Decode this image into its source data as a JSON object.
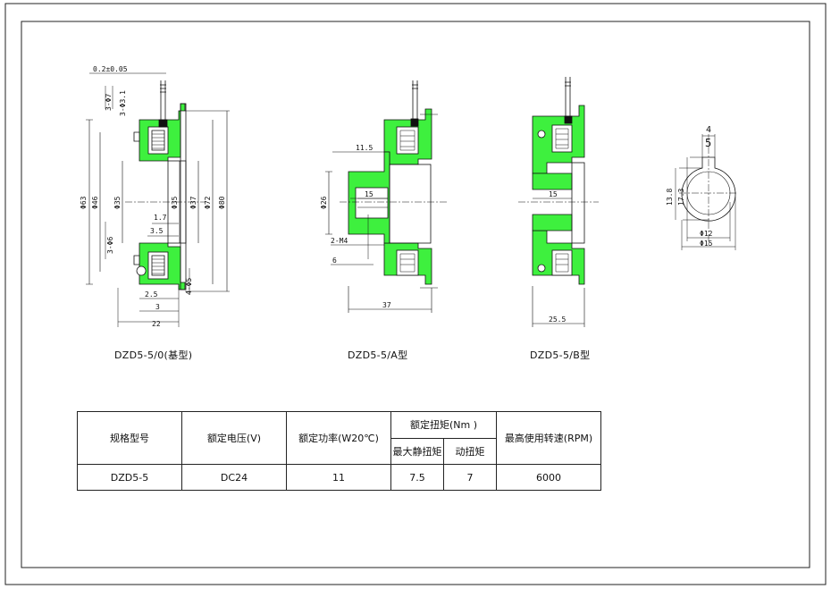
{
  "colors": {
    "body_fill": "#3ef03e",
    "line": "#111111",
    "dim_line": "#333333",
    "frame": "#222222"
  },
  "drawing0": {
    "caption": "DZD5-5/0(基型)",
    "dims": {
      "gap": "0.2±0.05",
      "holes_top": "3-Φ7",
      "holes_top2": "3-Φ3.1",
      "d63": "Φ63",
      "d46": "Φ46",
      "d35a": "Φ35",
      "d35b": "Φ35",
      "d37": "Φ37",
      "d72": "Φ72",
      "d80": "Φ80",
      "h17": "1.7",
      "h35": "3.5",
      "holes_bot": "3-Φ6",
      "d5": "4-Φ5",
      "w25": "2.5",
      "w3": "3",
      "w22": "22"
    }
  },
  "drawingA": {
    "caption": "DZD5-5/A型",
    "dims": {
      "w115": "11.5",
      "d26": "Φ26",
      "w15": "15",
      "m4": "2-M4",
      "w6": "6",
      "w37": "37"
    }
  },
  "drawingB": {
    "caption": "DZD5-5/B型",
    "dims": {
      "w15": "15",
      "w255": "25.5"
    }
  },
  "shaft": {
    "dims": {
      "k4": "4",
      "k5": "5",
      "h138": "13.8",
      "h173": "17.3",
      "d12": "Φ12",
      "d15": "Φ15"
    }
  },
  "spec_table": {
    "headers": {
      "model": "规格型号",
      "voltage": "额定电压(V)",
      "power": "额定功率(W20℃)",
      "torque": "额定扭矩(Nm )",
      "static": "最大静扭矩",
      "dynamic": "动扭矩",
      "speed": "最高使用转速(RPM)"
    },
    "row": {
      "model": "DZD5-5",
      "voltage": "DC24",
      "power": "11",
      "static": "7.5",
      "dynamic": "7",
      "speed": "6000"
    }
  }
}
